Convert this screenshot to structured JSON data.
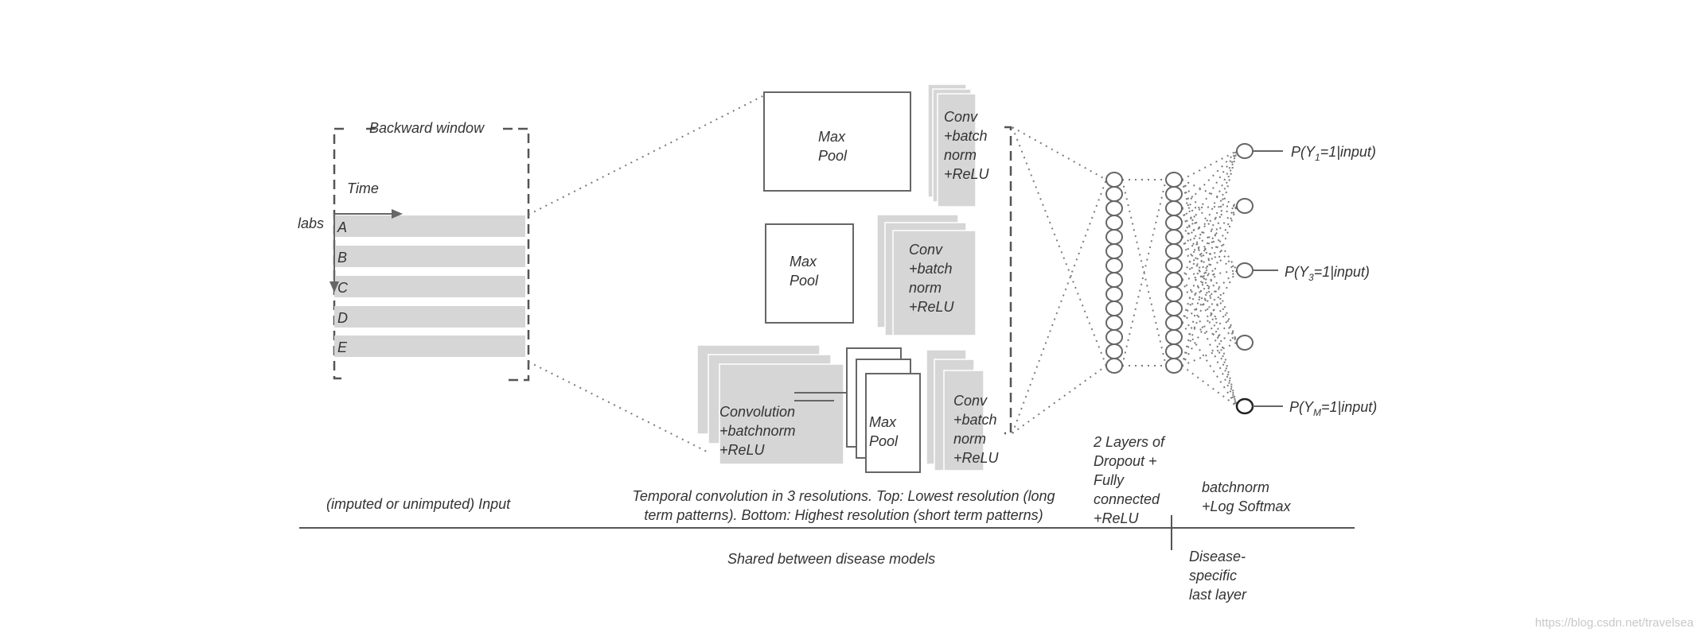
{
  "input": {
    "window_label": "Backward window",
    "time_label": "Time",
    "labs_label": "labs",
    "rows": [
      "A",
      "B",
      "C",
      "D",
      "E"
    ],
    "caption": "(imputed or unimputed) Input"
  },
  "convolution": {
    "top": {
      "pool_line1": "Max",
      "pool_line2": "Pool",
      "conv_lines": [
        "Conv",
        "+batch",
        "norm",
        "+ReLU"
      ]
    },
    "middle": {
      "pool_line1": "Max",
      "pool_line2": "Pool",
      "conv_lines": [
        "Conv",
        "+batch",
        "norm",
        "+ReLU"
      ]
    },
    "bottom": {
      "conv_lines": [
        "Convolution",
        "+batchnorm",
        "+ReLU"
      ],
      "pool_line1": "Max",
      "pool_line2": "Pool",
      "conv2_lines": [
        "Conv",
        "+batch",
        "norm",
        "+ReLU"
      ]
    },
    "caption_line1": "Temporal convolution in 3 resolutions. Top: Lowest resolution (long",
    "caption_line2": "term patterns). Bottom: Highest resolution (short term  patterns)"
  },
  "fully_connected": {
    "caption_lines": [
      "2 Layers of",
      "Dropout +",
      "Fully",
      "connected",
      "+ReLU"
    ]
  },
  "output": {
    "labels": [
      {
        "prefix": "P(Y",
        "sub": "1",
        "suffix": "=1|input)"
      },
      {
        "prefix": "P(Y",
        "sub": "3",
        "suffix": "=1|input)"
      },
      {
        "prefix": "P(Y",
        "sub": "M",
        "suffix": "=1|input)"
      }
    ],
    "caption_line1": "batchnorm",
    "caption_line2": "+Log Softmax"
  },
  "bottom": {
    "shared_label": "Shared between disease models",
    "specific_lines": [
      "Disease-",
      "specific",
      "last layer"
    ]
  },
  "watermark": "https://blog.csdn.net/travelsea"
}
